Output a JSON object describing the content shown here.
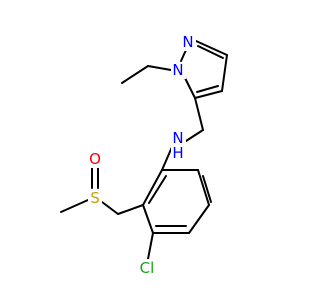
{
  "molecule": {
    "colors": {
      "bond": "#000000",
      "N": "#0000ff",
      "O": "#ff0000",
      "S": "#c8a000",
      "Cl": "#1fa01f"
    },
    "atoms": {
      "N1": "N",
      "N2": "N",
      "NH": "N",
      "H": "H",
      "S": "S",
      "O": "O",
      "Cl": "Cl"
    }
  }
}
